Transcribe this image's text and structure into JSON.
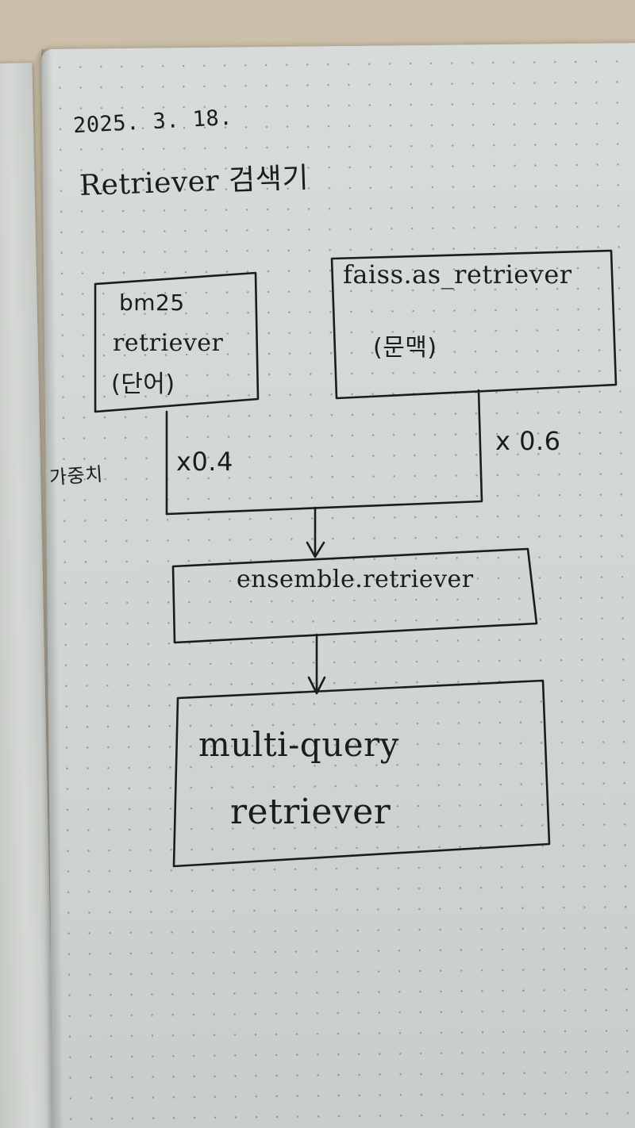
{
  "note": {
    "date": "2025. 3. 18.",
    "title": "Retriever 검색기"
  },
  "diagram": {
    "bm25_box": {
      "line1": "bm25",
      "line2": "retriever",
      "line3": "(단어)"
    },
    "faiss_box": {
      "line1": "faiss.as_retriever",
      "line2": "(문맥)"
    },
    "weight_label": "가중치",
    "weight_bm25": "x0.4",
    "weight_faiss": "x 0.6",
    "ensemble_box": {
      "label": "ensemble.retriever"
    },
    "multi_query_box": {
      "line1": "multi-query",
      "line2": "retriever"
    }
  },
  "colors": {
    "ink": "#1b1c20",
    "paper": "#d4d9d6",
    "background": "#c9bfae"
  }
}
